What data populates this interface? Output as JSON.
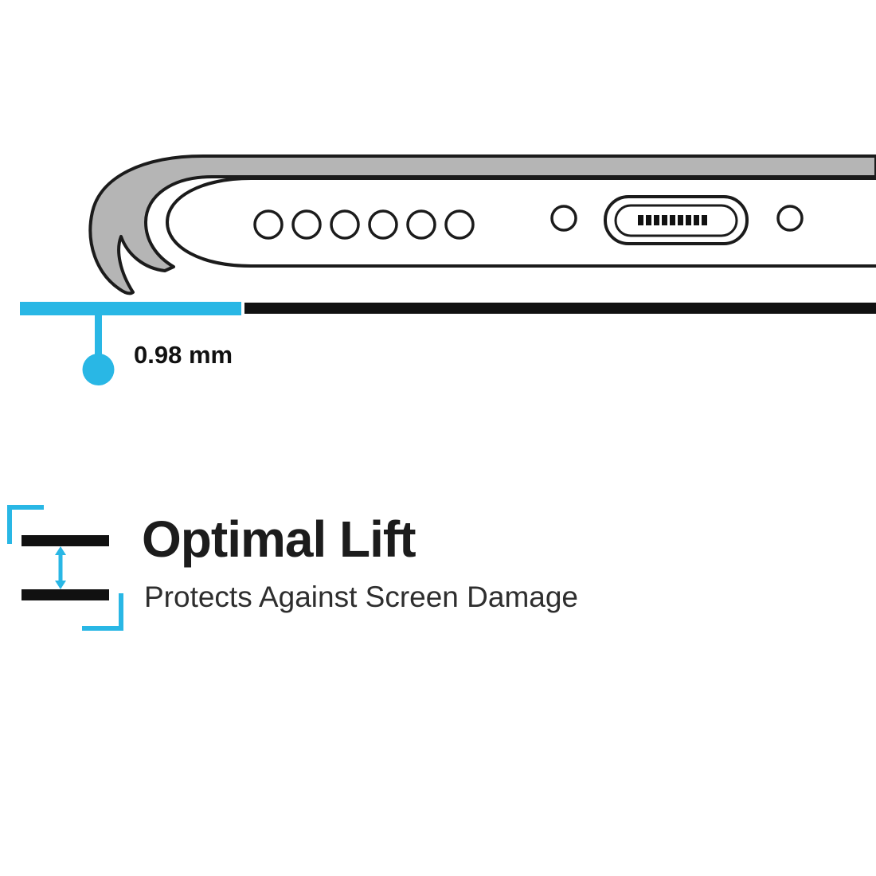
{
  "colors": {
    "accent": "#29b7e5",
    "case_gray": "#b5b5b5",
    "outline": "#1b1b1b",
    "bar_black": "#111111"
  },
  "measurement": {
    "label": "0.98 mm"
  },
  "feature": {
    "title": "Optimal Lift",
    "subtitle": "Protects Against Screen Damage"
  },
  "illustration": {
    "speaker_hole_count": 6,
    "port_pin_count": 9
  }
}
